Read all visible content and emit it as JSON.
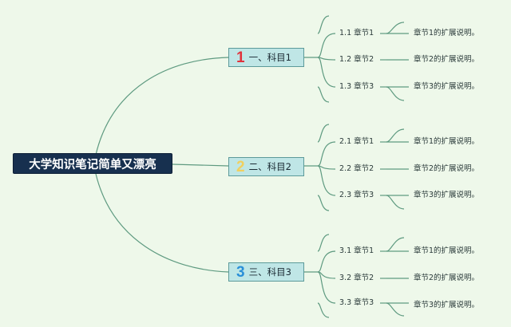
{
  "colors": {
    "background": "#eef8ea",
    "line": "#5e9a80",
    "root_fill": "#17304f",
    "subject_fill": "#bfe6e6",
    "num1": "#e0323c",
    "num2": "#f0d060",
    "num3": "#2a8fd8"
  },
  "root": {
    "label": "大学知识笔记简单又漂亮"
  },
  "subjects": [
    {
      "number": "1",
      "label": "一、科目1",
      "chapters": [
        {
          "label": "1.1 章节1",
          "desc": "章节1的扩展说明。"
        },
        {
          "label": "1.2 章节2",
          "desc": "章节2的扩展说明。"
        },
        {
          "label": "1.3 章节3",
          "desc": "章节3的扩展说明。"
        }
      ]
    },
    {
      "number": "2",
      "label": "二、科目2",
      "chapters": [
        {
          "label": "2.1 章节1",
          "desc": "章节1的扩展说明。"
        },
        {
          "label": "2.2 章节2",
          "desc": "章节2的扩展说明。"
        },
        {
          "label": "2.3 章节3",
          "desc": "章节3的扩展说明。"
        }
      ]
    },
    {
      "number": "3",
      "label": "三、科目3",
      "chapters": [
        {
          "label": "3.1 章节1",
          "desc": "章节1的扩展说明。"
        },
        {
          "label": "3.2 章节2",
          "desc": "章节2的扩展说明。"
        },
        {
          "label": "3.3 章节3",
          "desc": "章节3的扩展说明。"
        }
      ]
    }
  ]
}
